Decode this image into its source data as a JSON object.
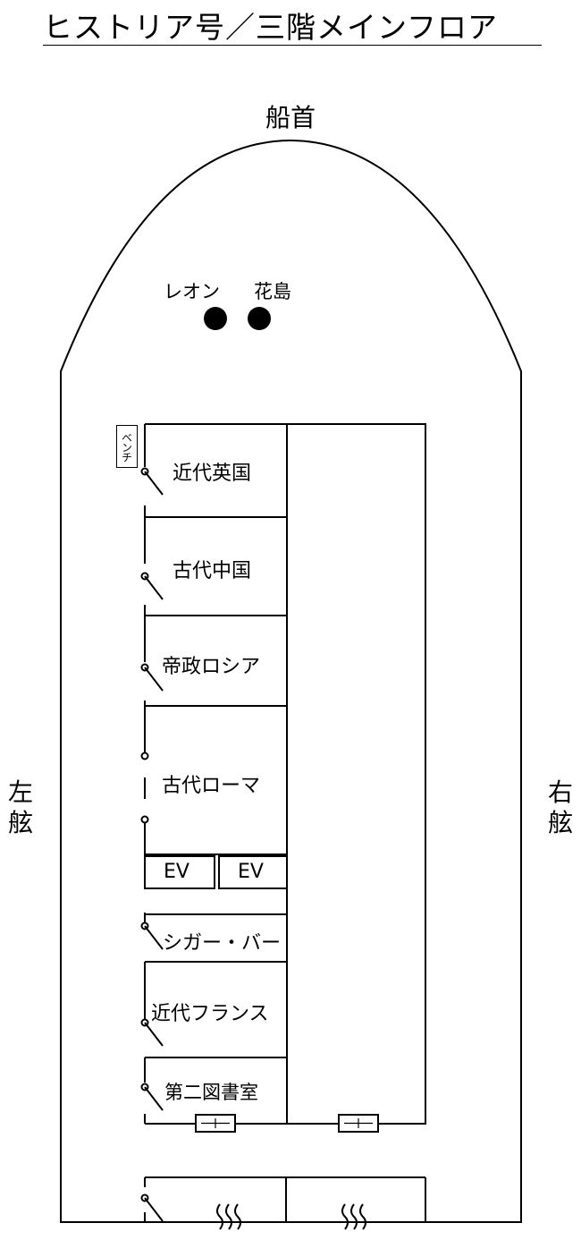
{
  "title": "ヒストリア号／三階メインフロア",
  "directions": {
    "bow": "船首",
    "port": "左舷",
    "starboard": "右舷"
  },
  "people": [
    "レオン",
    "花島"
  ],
  "bench": "ベンチ",
  "rooms": {
    "modern_britain": "近代英国",
    "ancient_china": "古代中国",
    "imperial_russia": "帝政ロシア",
    "ancient_rome": "古代ローマ",
    "elevator_1": "EV",
    "elevator_2": "EV",
    "cigar_bar": "シガー・バー",
    "modern_france": "近代フランス",
    "second_library": "第二図書室"
  }
}
